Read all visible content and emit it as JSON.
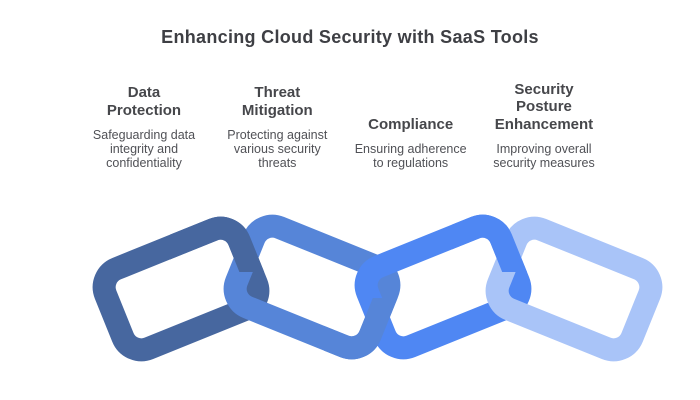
{
  "title": "Enhancing Cloud Security with SaaS Tools",
  "columns": [
    {
      "heading": "Data Protection",
      "description": "Safeguarding data integrity and confidentiality"
    },
    {
      "heading": "Threat Mitigation",
      "description": "Protecting against various security threats"
    },
    {
      "heading": "Compliance",
      "description": "Ensuring adherence to regulations"
    },
    {
      "heading": "Security Posture Enhancement",
      "description": "Improving overall security measures"
    }
  ],
  "chain": {
    "link_count": 4,
    "links": [
      {
        "name": "chain-link-1",
        "color": "#47679f"
      },
      {
        "name": "chain-link-2",
        "color": "#5685d8"
      },
      {
        "name": "chain-link-3",
        "color": "#4f87f3"
      },
      {
        "name": "chain-link-4",
        "color": "#a9c4f8"
      }
    ]
  },
  "colors": {
    "background": "#ffffff",
    "title_text": "#3e3f44",
    "heading_text": "#46474b",
    "description_text": "#505156"
  }
}
